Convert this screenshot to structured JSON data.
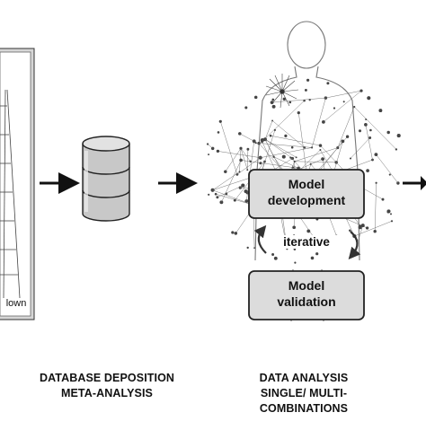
{
  "left_panel": {
    "partial_label": "lown"
  },
  "stages": {
    "model_development": {
      "line1": "Model",
      "line2": "development"
    },
    "iterative": "iterative",
    "model_validation": {
      "line1": "Model",
      "line2": "validation"
    }
  },
  "captions": {
    "database": {
      "line1": "DATABASE DEPOSITION",
      "line2": "META-ANALYSIS"
    },
    "analysis": {
      "line1": "DATA ANALYSIS",
      "line2": "SINGLE/ MULTI-",
      "line3": "COMBINATIONS"
    }
  },
  "colors": {
    "box_fill": "#dcdcdc",
    "stroke": "#222222",
    "network": "#555555",
    "panel": "#d8d8d8"
  }
}
